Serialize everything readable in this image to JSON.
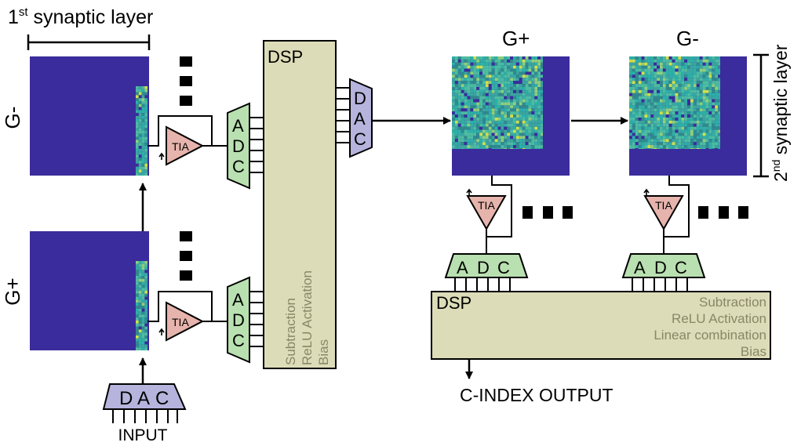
{
  "labels": {
    "first_layer_main": "1",
    "first_layer_sup": "st",
    "first_layer_rest": " synaptic layer",
    "second_layer_main": "2",
    "second_layer_sup": "nd",
    "second_layer_rest": " synaptic layer",
    "g_minus_left": "G-",
    "g_plus_left": "G+",
    "g_plus_top": "G+",
    "g_minus_top": "G-",
    "input": "INPUT",
    "output": "C-INDEX OUTPUT"
  },
  "blocks": {
    "dsp_label": "DSP",
    "dsp1_ops": [
      "Subtraction",
      "ReLU Activation",
      "Bias"
    ],
    "dsp2_label": "DSP",
    "dsp2_ops": [
      "Subtraction",
      "ReLU Activation",
      "Linear combination",
      "Bias"
    ],
    "tia": "TIA",
    "adc": [
      "A",
      "D",
      "C"
    ],
    "dac": [
      "D",
      "A",
      "C"
    ]
  },
  "colors": {
    "array_base": "#3a2c9c",
    "dsp_fill": "#dcdcb8",
    "adc_fill": "#b9e0b0",
    "dac_fill": "#b6b4dc",
    "tia_fill": "#e6b4ac",
    "heat": [
      "#3a2c9c",
      "#2f8a8e",
      "#3aa6a0",
      "#4dbda0",
      "#2db1a8",
      "#8fd07a",
      "#cfe148"
    ]
  }
}
